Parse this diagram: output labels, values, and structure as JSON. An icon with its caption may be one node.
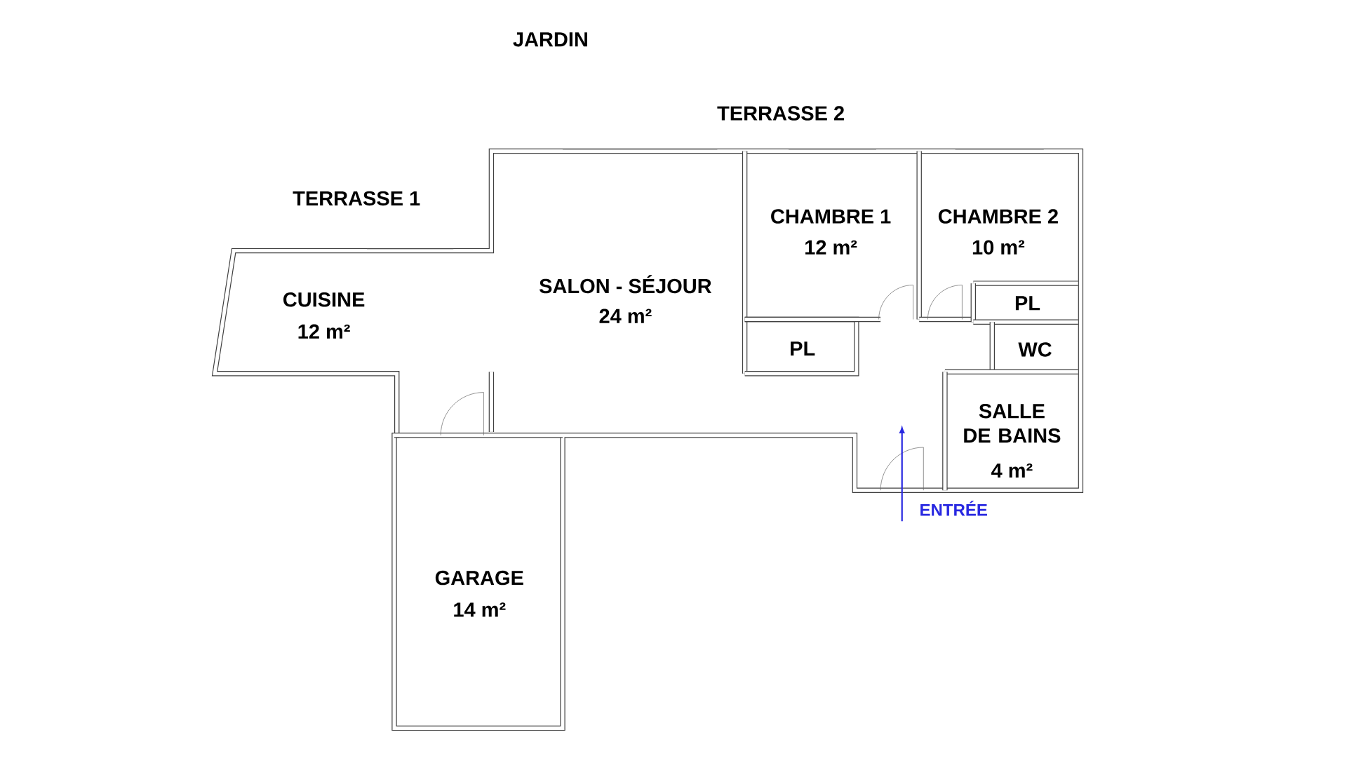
{
  "diagram": {
    "labels": [
      "JARDIN",
      "TERRASSE 2",
      "TERRASSE 1",
      "CHAMBRE 1",
      "12 m²",
      "CHAMBRE 2",
      "10 m²",
      "SALON - SÉJOUR",
      "24 m²",
      "CUISINE",
      "12 m²",
      "PL",
      "PL",
      "WC",
      "SALLE DE BAINS",
      "4 m²",
      "ENTRÉE",
      "GARAGE",
      "14 m²"
    ]
  }
}
